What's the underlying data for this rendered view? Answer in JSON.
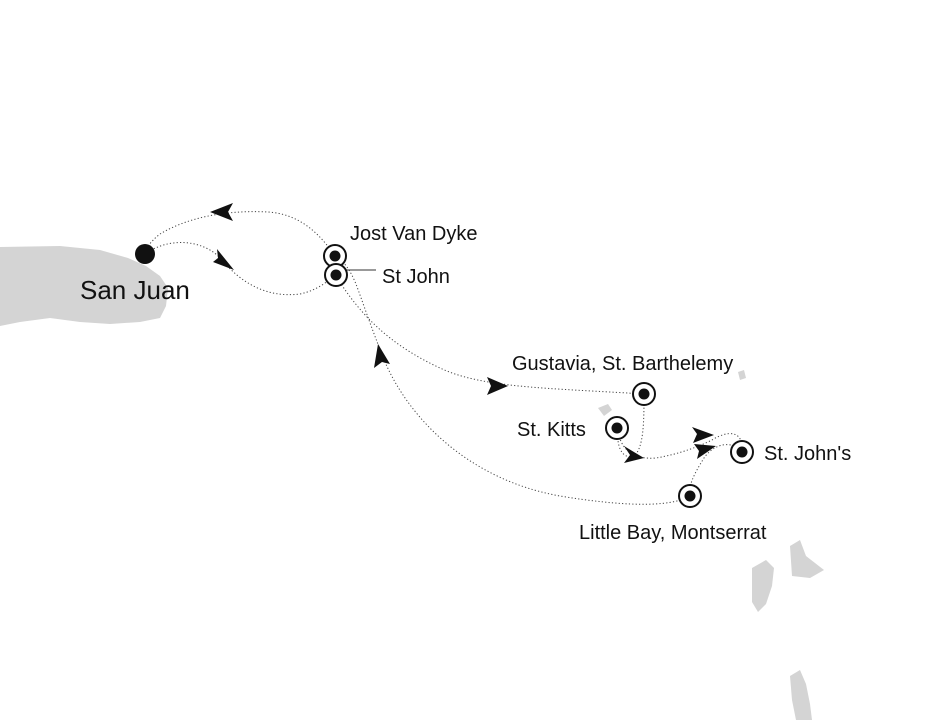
{
  "map": {
    "colors": {
      "land": "#d4d4d4",
      "route": "#444444",
      "marker": "#111111",
      "background": "#ffffff"
    },
    "ports": [
      {
        "id": "san-juan",
        "label": "San Juan",
        "role": "start-end"
      },
      {
        "id": "jost-van-dyke",
        "label": "Jost Van Dyke",
        "role": "stop"
      },
      {
        "id": "st-john",
        "label": "St John",
        "role": "stop"
      },
      {
        "id": "gustavia",
        "label": "Gustavia, St. Barthelemy",
        "role": "stop"
      },
      {
        "id": "st-kitts",
        "label": "St. Kitts",
        "role": "stop"
      },
      {
        "id": "st-johns",
        "label": "St. John's",
        "role": "stop"
      },
      {
        "id": "little-bay",
        "label": "Little Bay, Montserrat",
        "role": "stop"
      }
    ]
  }
}
